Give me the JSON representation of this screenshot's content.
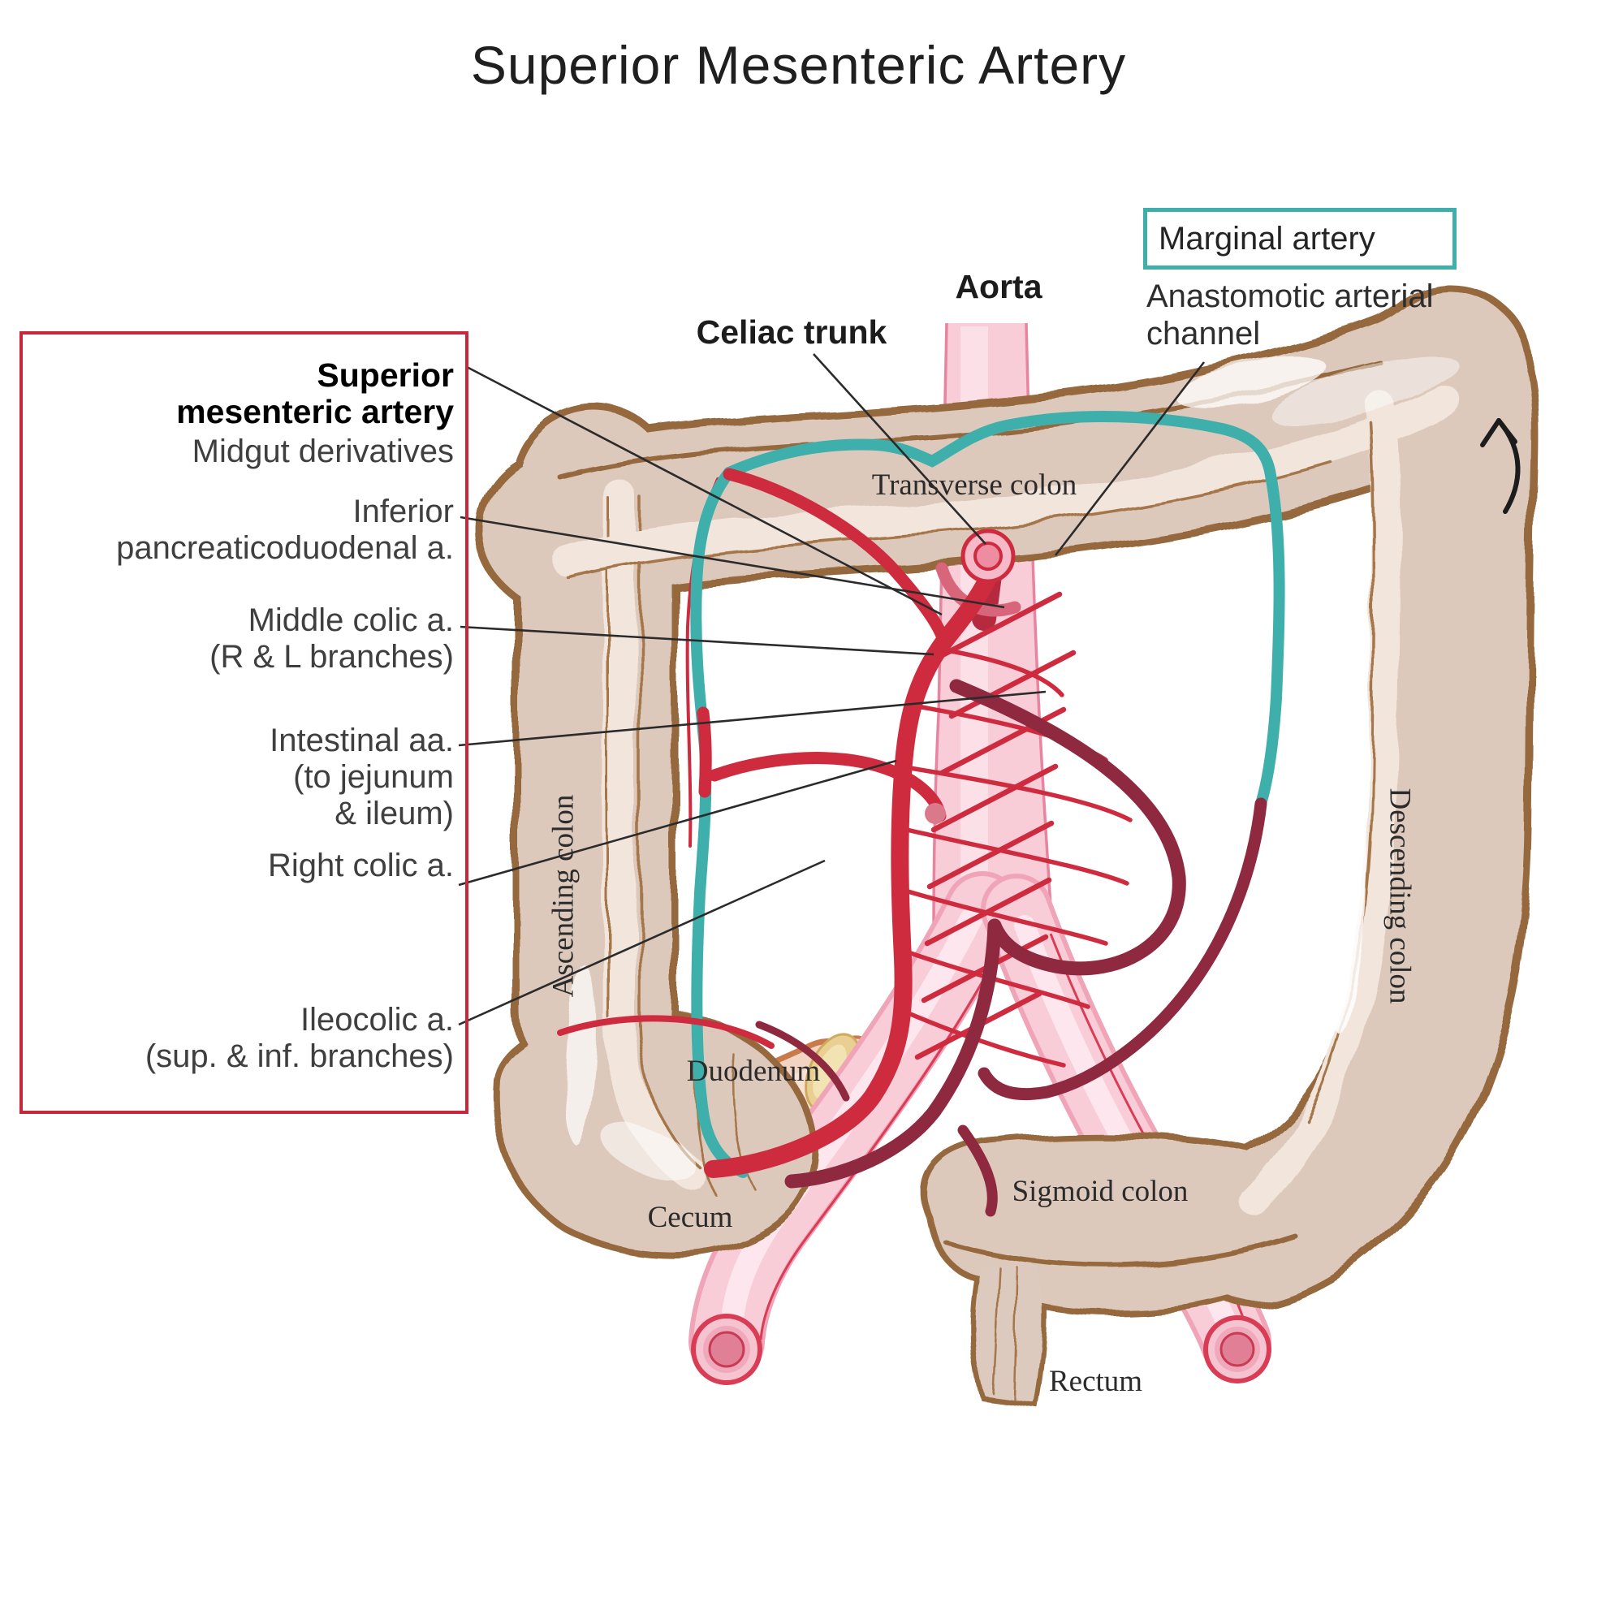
{
  "title": "Superior Mesenteric Artery",
  "annotations": {
    "aorta": "Aorta",
    "celiac_trunk": "Celiac trunk",
    "marginal_artery": "Marginal artery",
    "anastomotic_line1": "Anastomotic arterial",
    "anastomotic_line2": "channel"
  },
  "legend": {
    "sma_line1": "Superior",
    "sma_line2": "mesenteric artery",
    "midgut": "Midgut derivatives",
    "inf_panc_line1": "Inferior",
    "inf_panc_line2": "pancreaticoduodenal a.",
    "mid_colic_line1": "Middle colic a.",
    "mid_colic_line2": "(R & L branches)",
    "intestinal_line1": "Intestinal aa.",
    "intestinal_line2": "(to jejunum",
    "intestinal_line3": "& ileum)",
    "right_colic": "Right colic a.",
    "ileocolic_line1": "Ileocolic a.",
    "ileocolic_line2": "(sup. & inf. branches)"
  },
  "anatomy": {
    "transverse_colon": "Transverse colon",
    "ascending_colon": "Ascending colon",
    "descending_colon": "Descending colon",
    "duodenum": "Duodenum",
    "cecum": "Cecum",
    "sigmoid_colon": "Sigmoid colon",
    "rectum": "Rectum"
  },
  "icons": {
    "direction_arrow": "curved-up-arrow"
  },
  "colors": {
    "legend_border_red": "#c8273c",
    "marginal_teal": "#3fafac",
    "sma_red": "#cf2b3f",
    "branch_light_red": "#d9657a",
    "deep_maroon": "#8e2940",
    "colon_fill": "#ddc9bc",
    "colon_outline": "#96683c",
    "aorta_pink": "#f8cdd8",
    "aorta_edge": "#e8849f",
    "tube_rim_red": "#d93c55",
    "duodenum_outline": "#c97a4a",
    "duodenum_fill": "#f3d3c1",
    "duodenum_cut_yellow": "#e9cf92",
    "leader_line": "#2b2b2b",
    "text_dark": "#1c1c1c",
    "text_gray": "#3f3f3f"
  }
}
